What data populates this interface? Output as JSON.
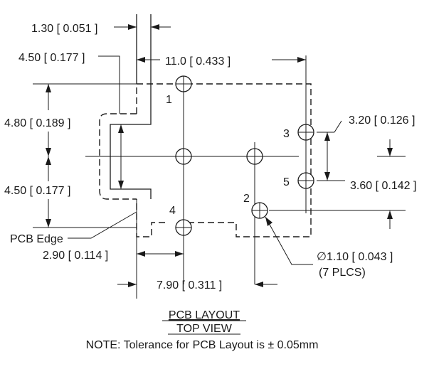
{
  "dimensions": {
    "d_1_30": "1.30",
    "d_1_30_in": "0.051",
    "d_4_50_top": "4.50",
    "d_4_50_top_in": "0.177",
    "d_11_0": "11.0",
    "d_11_0_in": "0.433",
    "d_4_80": "4.80",
    "d_4_80_in": "0.189",
    "d_4_50_left": "4.50",
    "d_4_50_left_in": "0.177",
    "d_3_20": "3.20",
    "d_3_20_in": "0.126",
    "d_3_60": "3.60",
    "d_3_60_in": "0.142",
    "d_2_90": "2.90",
    "d_2_90_in": "0.114",
    "d_7_90": "7.90",
    "d_7_90_in": "0.311",
    "hole_dia": "∅1.10",
    "hole_dia_in": "0.043",
    "hole_count": "(7 PLCS)"
  },
  "pins": {
    "p1": "1",
    "p2": "2",
    "p3": "3",
    "p4": "4",
    "p5": "5"
  },
  "labels": {
    "pcb_edge": "PCB Edge",
    "title": "PCB LAYOUT",
    "subtitle": "TOP VIEW",
    "note": "NOTE: Tolerance for PCB Layout is ± 0.05mm"
  }
}
